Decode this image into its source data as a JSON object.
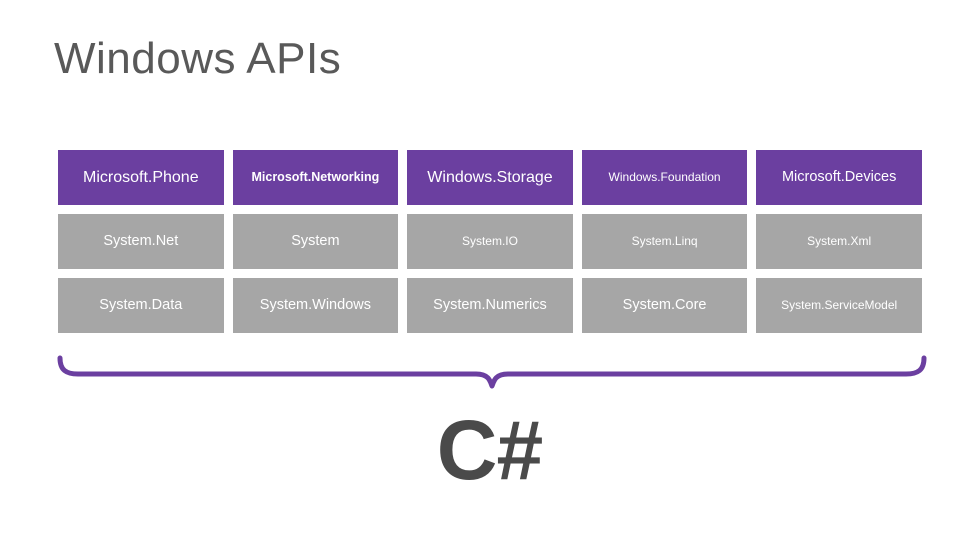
{
  "slide": {
    "title": "Windows APIs",
    "background_color": "#FFFFFF",
    "title_color": "#595959"
  },
  "palette": {
    "purple": "#6B3FA0",
    "gray": "#A6A6A6",
    "brace": "#6B3FA0",
    "label_text": "#4A4A4A",
    "cell_text": "#FFFFFF"
  },
  "grid": {
    "columns": 5,
    "rows": [
      {
        "row_name": "winrt-apis",
        "color": "purple",
        "cells": [
          {
            "label": "Microsoft.Phone",
            "size": "sz-lg"
          },
          {
            "label": "Microsoft.Networking",
            "size": "sz-sm"
          },
          {
            "label": "Windows.Storage",
            "size": "sz-lg"
          },
          {
            "label": "Windows.Foundation",
            "size": "sz-xs"
          },
          {
            "label": "Microsoft.Devices",
            "size": "sz-md"
          }
        ]
      },
      {
        "row_name": "system-apis-1",
        "color": "gray",
        "cells": [
          {
            "label": "System.Net",
            "size": "sz-md"
          },
          {
            "label": "System",
            "size": "sz-md"
          },
          {
            "label": "System.IO",
            "size": "sz-xs"
          },
          {
            "label": "System.Linq",
            "size": "sz-xs"
          },
          {
            "label": "System.Xml",
            "size": "sz-xs"
          }
        ]
      },
      {
        "row_name": "system-apis-2",
        "color": "gray",
        "cells": [
          {
            "label": "System.Data",
            "size": "sz-md"
          },
          {
            "label": "System.Windows",
            "size": "sz-md"
          },
          {
            "label": "System.Numerics",
            "size": "sz-md"
          },
          {
            "label": "System.Core",
            "size": "sz-md"
          },
          {
            "label": "System.ServiceModel",
            "size": "sz-xs"
          }
        ]
      }
    ]
  },
  "brace": {
    "icon": "curly-brace-down-icon",
    "color": "#6B3FA0"
  },
  "language": {
    "name": "C#"
  }
}
